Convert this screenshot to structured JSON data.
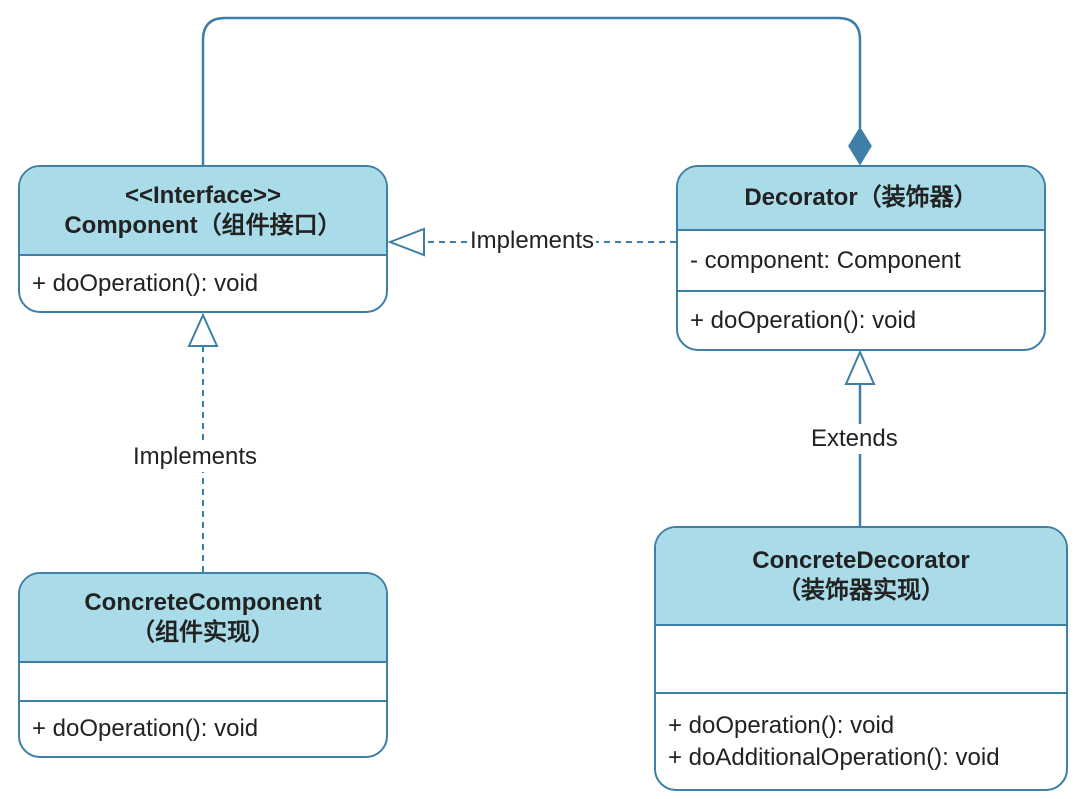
{
  "classes": {
    "component": {
      "stereotype": "<<Interface>>",
      "name": "Component（组件接口）",
      "methods": [
        "+ doOperation(): void"
      ]
    },
    "decorator": {
      "name": "Decorator（装饰器）",
      "attributes": [
        "- component: Component"
      ],
      "methods": [
        "+ doOperation(): void"
      ]
    },
    "concrete_component": {
      "name_line1": "ConcreteComponent",
      "name_line2": "（组件实现）",
      "methods": [
        "+ doOperation(): void"
      ]
    },
    "concrete_decorator": {
      "name_line1": "ConcreteDecorator",
      "name_line2": "（装饰器实现）",
      "methods": [
        "+ doOperation(): void",
        "+ doAdditionalOperation(): void"
      ]
    }
  },
  "relations": {
    "decorator_implements_label": "Implements",
    "concrete_component_implements_label": "Implements",
    "concrete_decorator_extends_label": "Extends"
  },
  "colors": {
    "header_fill": "#a9dce8",
    "border": "#3d7fa6"
  }
}
